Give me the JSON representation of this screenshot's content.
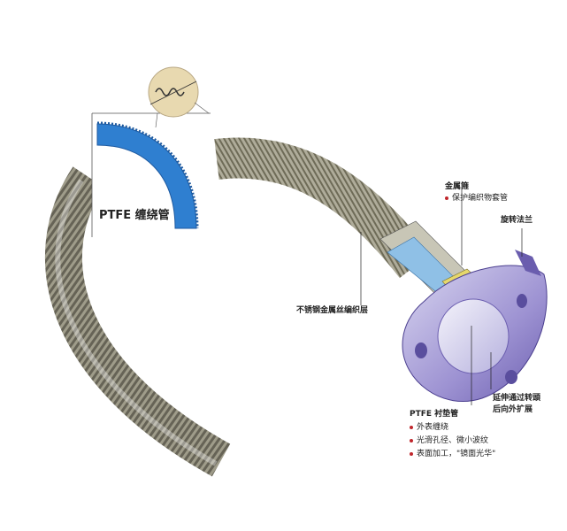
{
  "colors": {
    "ptfe_blue": "#2f7fd0",
    "flange_purple": "#8c80c8",
    "bullet_red": "#c0262c",
    "braid_silver": "#a9a793"
  },
  "labels": {
    "ptfe_winding_tube": "PTFE 缠绕管",
    "metal_ring": "金属箍",
    "metal_ring_bullet": "保护编织物套管",
    "rotating_flange": "旋转法兰",
    "stainless_braid": "不锈钢金属丝编织层",
    "extend_line1": "延伸通过转頭",
    "extend_line2": "后向外扩展",
    "ptfe_liner": "PTFE 衬垫管",
    "liner_bullets": [
      "外表缠绕",
      "光滑孔径、微小波纹",
      "表面加工，\"镜面光华\""
    ]
  }
}
